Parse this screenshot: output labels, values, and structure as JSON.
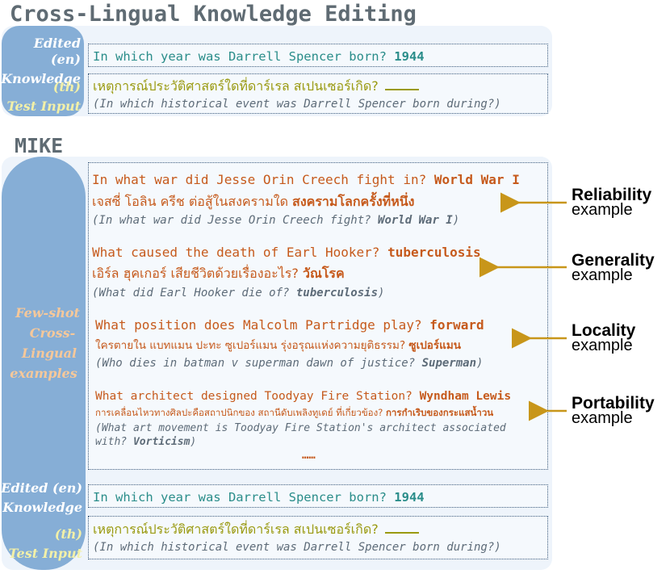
{
  "top": {
    "title": "Cross-Lingual Knowledge Editing",
    "edited_label": [
      "Edited (en)",
      "Knowledge"
    ],
    "test_label": [
      "(th)",
      "Test Input"
    ],
    "knowledge_q": "In which year was Darrell Spencer born?",
    "knowledge_a": "1944",
    "test_thai": "เหตุการณ์ประวัติศาสตร์ใดที่ดาร์เรล สเปนเซอร์เกิด?",
    "test_en": "(In which historical event was Darrell Spencer born during?)"
  },
  "mike": {
    "title": "MIKE",
    "fewshot_label": [
      "Few-shot",
      "Cross-",
      "Lingual",
      "examples"
    ],
    "examples": [
      {
        "q_en": "In what war did Jesse Orin Creech fight in?",
        "a_en": "World War I",
        "q_th": "เจสซี่ โอลิน ครีช ต่อสู้ในสงครามใด",
        "a_th": "สงครามโลกครั้งที่หนึ่ง",
        "gloss_q": "(In what war did Jesse Orin Creech fight?",
        "gloss_a": "World War I",
        "gloss_end": ")",
        "label_main": "Reliability",
        "label_sub": "example"
      },
      {
        "q_en": "What caused the death of Earl Hooker?",
        "a_en": "tuberculosis",
        "q_th": "เอิร์ล ฮุคเกอร์ เสียชีวิตด้วยเรื่องอะไร?",
        "a_th": "วัณโรค",
        "gloss_q": "(What did Earl Hooker die of?",
        "gloss_a": "tuberculosis",
        "gloss_end": ")",
        "label_main": "Generality",
        "label_sub": "example"
      },
      {
        "q_en": "What position does Malcolm Partridge play?",
        "a_en": "forward",
        "q_th": "ใครตายใน แบทแมน ปะทะ ซูเปอร์แมน รุ่งอรุณแห่งความยุติธรรม?",
        "a_th": "ซูเปอร์แมน",
        "gloss_q": "(Who dies in batman v superman dawn of justice?",
        "gloss_a": "Superman",
        "gloss_end": ")",
        "label_main": "Locality",
        "label_sub": "example"
      },
      {
        "q_en": "What architect designed Toodyay Fire Station?",
        "a_en": "Wyndham Lewis",
        "q_th": "การเคลื่อนไหวทางศิลปะคือสถาปนิกของ สถานีดับเพลิงทูเดย์ ที่เกี่ยวข้อง?",
        "a_th": "การกำเริบของกระแสน้ำวน",
        "gloss_q1": "(What art movement is Toodyay Fire Station's architect associated",
        "gloss_q2": "with?",
        "gloss_a": "Vorticism",
        "gloss_end": ")",
        "label_main": "Portability",
        "label_sub": "example"
      }
    ],
    "ellipsis": "……",
    "edited_label": [
      "Edited (en)",
      "Knowledge"
    ],
    "test_label": [
      "(th)",
      "Test Input"
    ],
    "knowledge_q": "In which year was Darrell Spencer born?",
    "knowledge_a": "1944",
    "test_thai": "เหตุการณ์ประวัติศาสตร์ใดที่ดาร์เรล สเปนเซอร์เกิด?",
    "test_en": "(In which historical event was Darrell Spencer born during?)"
  },
  "colors": {
    "panel": "#eef4fb",
    "pill": "#86aed6",
    "teal": "#2a8d8a",
    "orange": "#c65a1c",
    "olive": "#9a9a10",
    "arrow": "#c8961a"
  }
}
